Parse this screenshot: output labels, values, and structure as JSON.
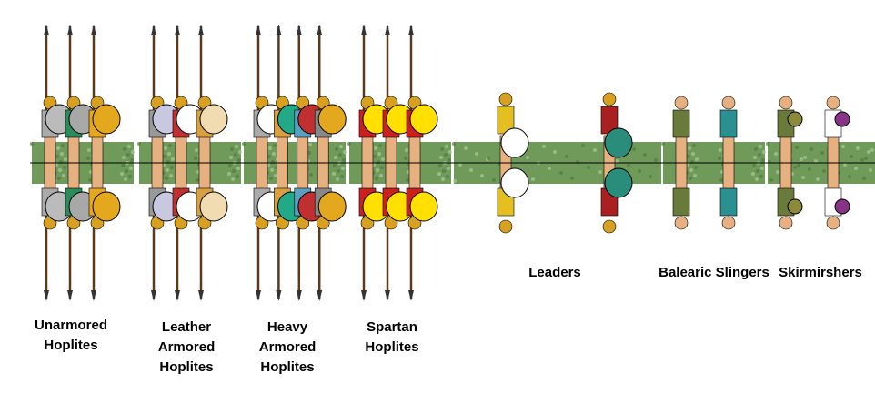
{
  "groups": [
    {
      "id": "unarmored-hoplites",
      "label": "Unarmored\nHoplites",
      "figures": 3,
      "kind": "hoplite",
      "shields": [
        "#bbbbbb",
        "#a8a8a8",
        "#e3a81e"
      ],
      "tunics": [
        "#aaaaaa",
        "#2a8c5a",
        "#e3a81e"
      ]
    },
    {
      "id": "leather-armored-hoplites",
      "label": "Leather\nArmored\nHoplites",
      "figures": 3,
      "kind": "hoplite",
      "shields": [
        "#c8c8e0",
        "#ffffff",
        "#f0dcb0"
      ],
      "tunics": [
        "#999999",
        "#c03030",
        "#d8a040"
      ]
    },
    {
      "id": "heavy-armored-hoplites",
      "label": "Heavy\nArmored\nHoplites",
      "figures": 4,
      "kind": "hoplite",
      "shields": [
        "#ffffff",
        "#22aa88",
        "#c03030",
        "#e3a81e"
      ],
      "tunics": [
        "#aaaaaa",
        "#d8a040",
        "#5aa0c0",
        "#888888"
      ]
    },
    {
      "id": "spartan-hoplites",
      "label": "Spartan\nHoplites",
      "figures": 3,
      "kind": "hoplite",
      "shields": [
        "#ffe000",
        "#ffe000",
        "#ffe000"
      ],
      "tunics": [
        "#cc2020",
        "#cc2020",
        "#cc2020"
      ]
    },
    {
      "id": "leaders",
      "label": "Leaders",
      "figures": 2,
      "kind": "leader",
      "shields": [
        "#ffffff",
        "#2a8c7a"
      ],
      "tunics": [
        "#e3c020",
        "#aa2020"
      ]
    },
    {
      "id": "balearic-slingers",
      "label": "Balearic Slingers",
      "figures": 2,
      "kind": "slinger",
      "shields": [],
      "tunics": [
        "#6a7a3a",
        "#2a9090"
      ]
    },
    {
      "id": "skirmirshers",
      "label": "Skirmirshers",
      "figures": 2,
      "kind": "skirmisher",
      "shields": [
        "#8a8a3a",
        "#883388"
      ],
      "tunics": [
        "#6a7a3a",
        "#ffffff"
      ]
    }
  ],
  "colors": {
    "grass": "#6f9a5a",
    "grassLight": "#a9c79a",
    "spear": "#5a3a1a",
    "skin": "#e6b080",
    "line": "#000000"
  }
}
